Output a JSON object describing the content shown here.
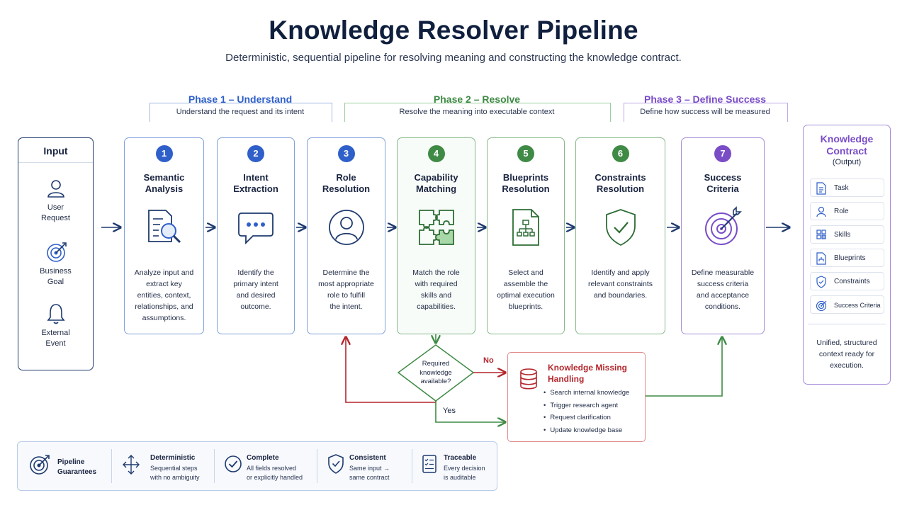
{
  "title": "Knowledge Resolver Pipeline",
  "subtitle": "Deterministic, sequential pipeline for resolving meaning and constructing the knowledge contract.",
  "colors": {
    "blue": "#2f5fc9",
    "green": "#3f8a45",
    "purple": "#7a4dc7",
    "red": "#b3262c",
    "navy": "#1e3a6e"
  },
  "phases": [
    {
      "title": "Phase 1 – Understand",
      "subtitle": "Understand the request and its intent"
    },
    {
      "title": "Phase 2 – Resolve",
      "subtitle": "Resolve the meaning into executable context"
    },
    {
      "title": "Phase 3 – Define Success",
      "subtitle": "Define how success will be measured"
    }
  ],
  "input": {
    "title": "Input",
    "items": [
      {
        "label": "User\nRequest",
        "icon": "user-icon"
      },
      {
        "label": "Business\nGoal",
        "icon": "target-icon"
      },
      {
        "label": "External\nEvent",
        "icon": "bell-icon"
      }
    ]
  },
  "steps": [
    {
      "num": "1",
      "title": "Semantic\nAnalysis",
      "icon": "document-search-icon",
      "desc": "Analyze input and\nextract key\nentities, context,\nrelationships, and\nassumptions."
    },
    {
      "num": "2",
      "title": "Intent\nExtraction",
      "icon": "chat-bubble-icon",
      "desc": "Identify the\nprimary intent\nand desired\noutcome."
    },
    {
      "num": "3",
      "title": "Role\nResolution",
      "icon": "user-circle-icon",
      "desc": "Determine the\nmost appropriate\nrole to fulfill\nthe intent."
    },
    {
      "num": "4",
      "title": "Capability\nMatching",
      "icon": "puzzle-icon",
      "desc": "Match the role\nwith required\nskills and\ncapabilities."
    },
    {
      "num": "5",
      "title": "Blueprints\nResolution",
      "icon": "blueprint-doc-icon",
      "desc": "Select and\nassemble the\noptimal execution\nblueprints."
    },
    {
      "num": "6",
      "title": "Constraints\nResolution",
      "icon": "shield-check-icon",
      "desc": "Identify and apply\nrelevant constraints\nand boundaries."
    },
    {
      "num": "7",
      "title": "Success\nCriteria",
      "icon": "target-arrow-icon",
      "desc": "Define measurable\nsuccess criteria\nand acceptance\nconditions."
    }
  ],
  "decision": {
    "text": "Required\nknowledge\navailable?",
    "no_label": "No",
    "yes_label": "Yes"
  },
  "knowledge_missing": {
    "title": "Knowledge Missing\nHandling",
    "items": [
      "Search internal knowledge",
      "Trigger research agent",
      "Request clarification",
      "Update knowledge base"
    ]
  },
  "contract": {
    "title": "Knowledge\nContract",
    "subtitle": "(Output)",
    "items": [
      {
        "label": "Task",
        "icon": "task-doc-icon"
      },
      {
        "label": "Role",
        "icon": "user-icon"
      },
      {
        "label": "Skills",
        "icon": "puzzle-icon"
      },
      {
        "label": "Blueprints",
        "icon": "blueprint-doc-icon"
      },
      {
        "label": "Constraints",
        "icon": "shield-check-icon"
      },
      {
        "label": "Success Criteria",
        "icon": "target-icon"
      }
    ],
    "footer": "Unified, structured\ncontext ready for\nexecution."
  },
  "guarantees": {
    "title": "Pipeline\nGuarantees",
    "items": [
      {
        "title": "Deterministic",
        "text": "Sequential steps\nwith no ambiguity",
        "icon": "arrows-cross-icon"
      },
      {
        "title": "Complete",
        "text": "All fields resolved\nor explicitly handled",
        "icon": "check-circle-icon"
      },
      {
        "title": "Consistent",
        "text": "Same input →\nsame contract",
        "icon": "shield-check-icon"
      },
      {
        "title": "Traceable",
        "text": "Every decision\nis auditable",
        "icon": "checklist-icon"
      }
    ]
  }
}
